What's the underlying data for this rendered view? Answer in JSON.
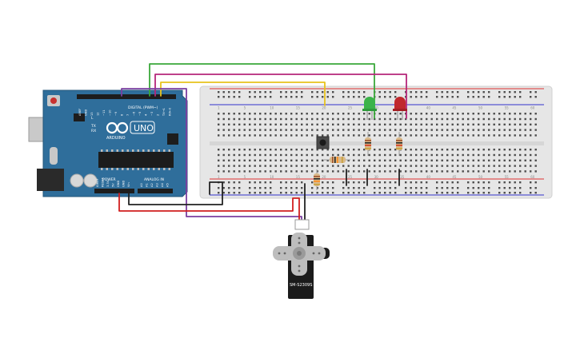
{
  "arduino": {
    "logo_text": "UNO",
    "brand_text": "ARDUINO",
    "digital_label": "DIGITAL (PWM~)",
    "power_label": "POWER",
    "analog_label": "ANALOG IN",
    "tx_label": "TX",
    "rx_label": "RX",
    "l_label": "L",
    "power_pins": [
      "IOREF",
      "RESET",
      "3.3V",
      "5V",
      "GND",
      "GND",
      "Vin"
    ],
    "analog_pins": [
      "A0",
      "A1",
      "A2",
      "A3",
      "A4",
      "A5"
    ],
    "digital_pins": [
      "AREF",
      "GND",
      "13",
      "12",
      "~11",
      "~10",
      "~9",
      "8",
      "7",
      "~6",
      "~5",
      "4",
      "~3",
      "2",
      "TX→1",
      "RX←0"
    ]
  },
  "breadboard": {
    "column_numbers": [
      "1",
      "5",
      "10",
      "15",
      "20",
      "25",
      "30",
      "35",
      "40",
      "45",
      "50",
      "55",
      "60"
    ]
  },
  "servo": {
    "model_label": "SM-S2309S"
  },
  "colors": {
    "wire_green": "#3aa83a",
    "wire_magenta": "#b5267a",
    "wire_yellow": "#e8c31c",
    "wire_purple": "#7b3fa0",
    "wire_red": "#d11f1f",
    "wire_black": "#222222",
    "board_blue": "#2f6e9b",
    "led_green": "#3bb34a",
    "led_red": "#c0282d"
  }
}
